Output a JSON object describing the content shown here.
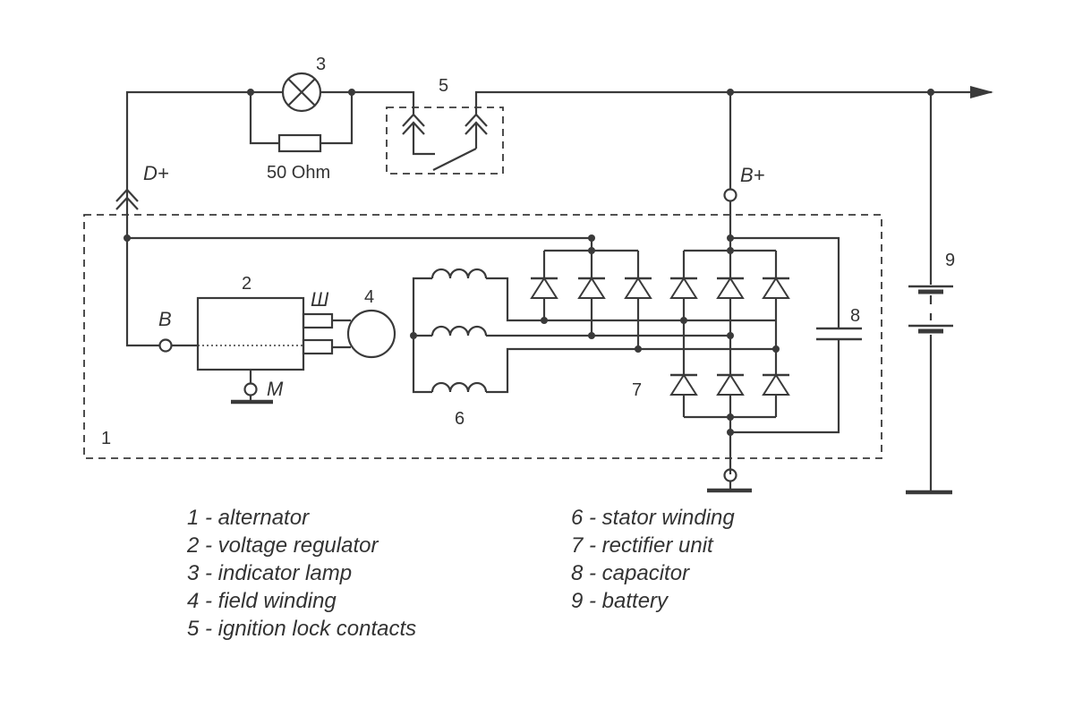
{
  "labels": {
    "d_plus": "D+",
    "b_plus": "B+",
    "terminal_b": "B",
    "terminal_sh": "Ш",
    "terminal_m": "M",
    "resistor": "50 Ohm",
    "n1": "1",
    "n2": "2",
    "n3": "3",
    "n4": "4",
    "n5": "5",
    "n6": "6",
    "n7": "7",
    "n8": "8",
    "n9": "9"
  },
  "legend": {
    "left": [
      "1 - alternator",
      "2 - voltage regulator",
      "3 - indicator lamp",
      "4 - field winding",
      "5 - ignition lock contacts"
    ],
    "right": [
      "6 - stator winding",
      "7 - rectifier unit",
      "8 - capacitor",
      "9 - battery"
    ]
  }
}
